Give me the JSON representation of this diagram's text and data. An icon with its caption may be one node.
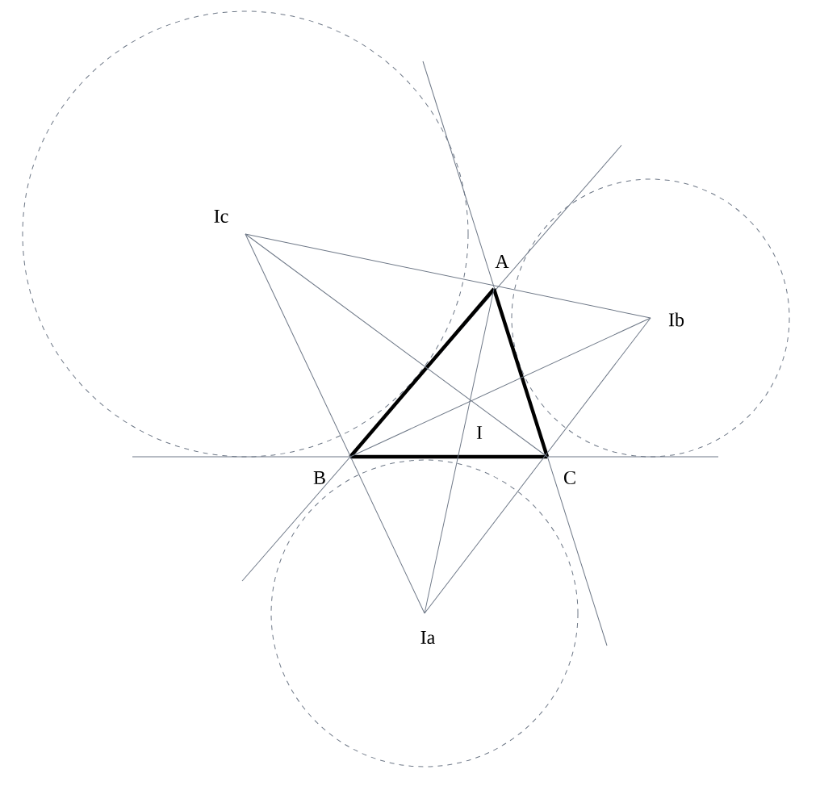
{
  "diagram": {
    "nodes": [
      {
        "text": [
          "A"
        ]
      },
      {
        "text": [
          "B"
        ]
      },
      {
        "text": [
          "C"
        ]
      },
      {
        "text": [
          "I"
        ]
      },
      {
        "text": [
          "Ia"
        ]
      },
      {
        "text": [
          "Ib"
        ]
      },
      {
        "text": [
          "Ic"
        ]
      }
    ],
    "edges": [
      {
        "from": 0,
        "to": 1,
        "arrow": "none",
        "style": "thick",
        "color": "#000000"
      },
      {
        "from": 1,
        "to": 2,
        "arrow": "none",
        "style": "thick",
        "color": "#000000"
      },
      {
        "from": 2,
        "to": 0,
        "arrow": "none",
        "style": "thick",
        "color": "#000000"
      },
      {
        "from": 6,
        "to": 5,
        "arrow": "none"
      },
      {
        "from": 6,
        "to": 4,
        "arrow": "none"
      },
      {
        "from": 4,
        "to": 5,
        "arrow": "none"
      },
      {
        "from": 0,
        "to": 4,
        "arrow": "none"
      },
      {
        "from": 1,
        "to": 5,
        "arrow": "none"
      },
      {
        "from": 2,
        "to": 6,
        "arrow": "none"
      }
    ]
  }
}
